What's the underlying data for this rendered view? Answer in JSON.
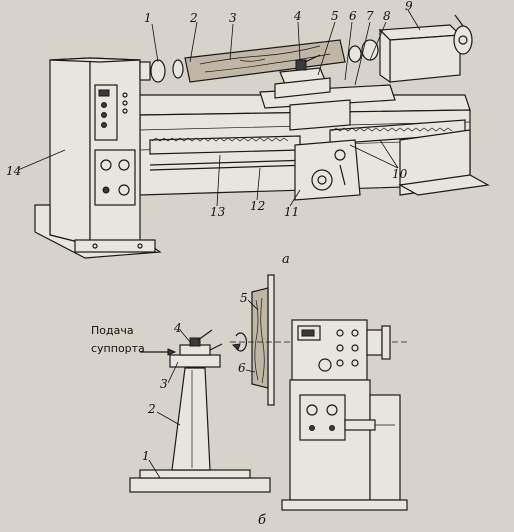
{
  "figure_a": {
    "caption": "а",
    "labels": [
      "1",
      "2",
      "3",
      "4",
      "5",
      "6",
      "7",
      "8",
      "9",
      "10",
      "11",
      "12",
      "13",
      "14"
    ]
  },
  "figure_b": {
    "caption": "б",
    "feed_label_line1": "Подача",
    "feed_label_line2": "суппорта",
    "labels": [
      "1",
      "2",
      "3",
      "4",
      "5",
      "6"
    ]
  }
}
